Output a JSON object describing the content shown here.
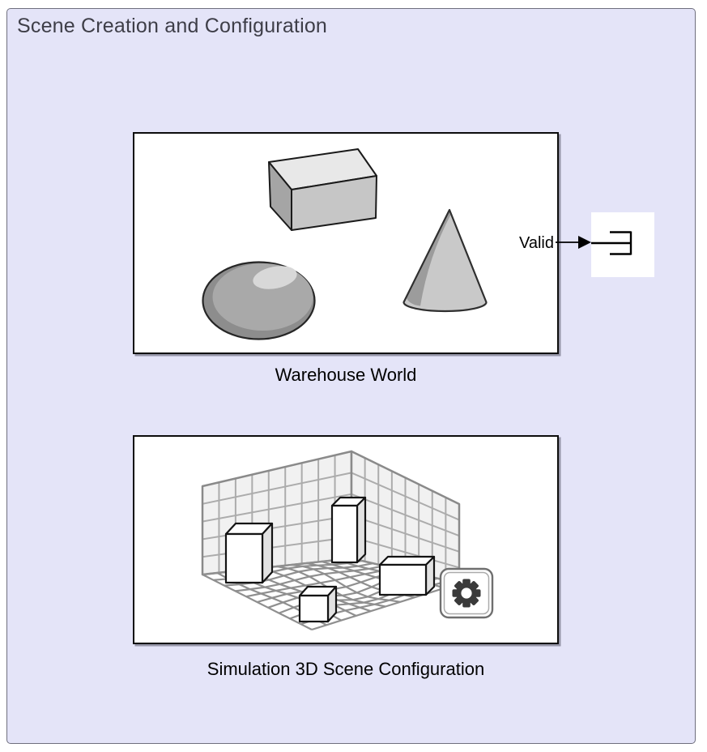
{
  "area": {
    "title": "Scene Creation and Configuration"
  },
  "warehouse_block": {
    "label": "Warehouse World",
    "port_label": "Valid",
    "icon": "3d-shapes-box-sphere-cone-icon"
  },
  "terminator_block": {
    "icon": "terminator-icon"
  },
  "scene_block": {
    "label": "Simulation 3D Scene Configuration",
    "icon": "3d-grid-scene-icon",
    "badge": "gear-icon"
  },
  "connection": {
    "from_port": "Valid",
    "to": "terminator"
  },
  "colors": {
    "area_fill": "#E4E4F8",
    "area_border": "#6F6F7E",
    "title_text": "#3E3E48",
    "block_fill": "#FFFFFF",
    "block_border": "#0C0C0C",
    "wall_fill": "#F1F1F1",
    "wall_line": "#ACACAC",
    "wall_edge": "#8A8A8A",
    "floor_line": "#8F8F8F",
    "box_side": "#E2E2E2",
    "box_outline": "#141414",
    "gear": "#3A3A3A",
    "signal_line": "#000000"
  }
}
